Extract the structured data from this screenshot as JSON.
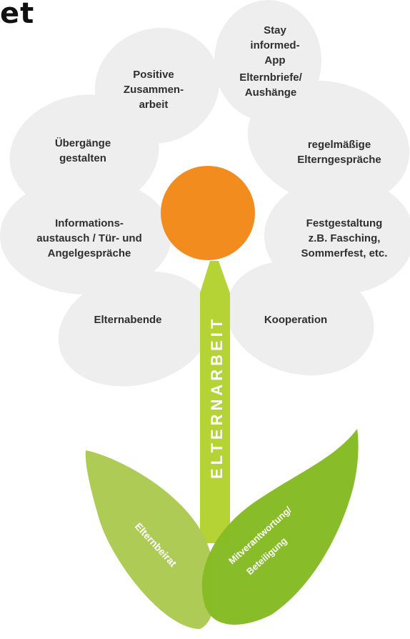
{
  "header": {
    "fragment": "et"
  },
  "flower": {
    "center_color": "#F28C1E",
    "petal_color": "#EEEEEE",
    "stem_color": "#B5D334",
    "leaf_left_color": "#AECB56",
    "leaf_right_color": "#86BC25",
    "stem_label": "ELTERNARBEIT",
    "petals": [
      {
        "label": "Stay\ninformed-\nApp"
      },
      {
        "label": "Elternbriefe/\nAushänge"
      },
      {
        "label": "Positive\nZusammen-\narbeit"
      },
      {
        "label": "Übergänge\ngestalten"
      },
      {
        "label": "regelmäßige\nElterngespräche"
      },
      {
        "label": "Informations-\naustausch / Tür- und\nAngelgespräche"
      },
      {
        "label": "Festgestaltung\nz.B. Fasching,\nSommerfest, etc."
      },
      {
        "label": "Elternabende"
      },
      {
        "label": "Kooperation"
      }
    ],
    "leaves": [
      {
        "label": "Elternbeirat"
      },
      {
        "label": "Mitverantwortung/\nBeteiligung"
      }
    ]
  }
}
